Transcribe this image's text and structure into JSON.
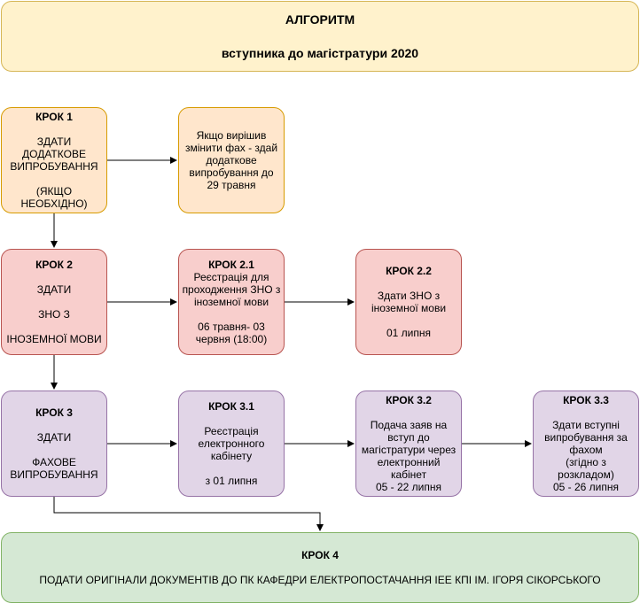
{
  "header": {
    "title": "АЛГОРИТМ",
    "subtitle": "вступника до магістратури 2020"
  },
  "step1": {
    "title": "КРОК 1",
    "lines": [
      "ЗДАТИ",
      "ДОДАТКОВЕ",
      "ВИПРОБУВАННЯ",
      "",
      "(ЯКЩО",
      "НЕОБХІДНО)"
    ]
  },
  "step1_note": {
    "lines": [
      "Якщо вирішив",
      "змінити фах - здай",
      "додаткове",
      "випробування до",
      "29 травня"
    ]
  },
  "step2": {
    "title": "КРОК 2",
    "lines": [
      "ЗДАТИ",
      "",
      "ЗНО З",
      "",
      "ІНОЗЕМНОЇ МОВИ"
    ]
  },
  "step2_1": {
    "title": "КРОК 2.1",
    "lines": [
      "Реєстрація для",
      "проходження ЗНО з",
      "іноземної мови",
      "",
      "06 травня- 03",
      "червня (18:00)"
    ]
  },
  "step2_2": {
    "title": "КРОК 2.2",
    "lines": [
      "Здати ЗНО з",
      "іноземної мови",
      "",
      "01 липня"
    ]
  },
  "step3": {
    "title": "КРОК 3",
    "lines": [
      "ЗДАТИ",
      "",
      "ФАХОВЕ",
      "ВИПРОБУВАННЯ"
    ]
  },
  "step3_1": {
    "title": "КРОК  3.1",
    "lines": [
      "Реєстрація",
      "електронного",
      "кабінету",
      "",
      "з 01 липня"
    ]
  },
  "step3_2": {
    "title": "КРОК 3.2",
    "lines": [
      "Подача заяв на",
      "вступ до",
      "магістратури через",
      "електронний",
      "кабінет",
      "05 - 22 липня"
    ]
  },
  "step3_3": {
    "title": "КРОК 3.3",
    "lines": [
      "Здати вступні",
      "випробування за",
      "фахом",
      "(згідно з",
      "розкладом)",
      "05 - 26 липня"
    ]
  },
  "step4": {
    "title": "КРОК 4",
    "text": "ПОДАТИ ОРИГІНАЛИ ДОКУМЕНТІВ ДО ПК КАФЕДРИ ЕЛЕКТРОПОСТАЧАННЯ ІЕЕ КПІ ІМ. ІГОРЯ СІКОРСЬКОГО"
  }
}
